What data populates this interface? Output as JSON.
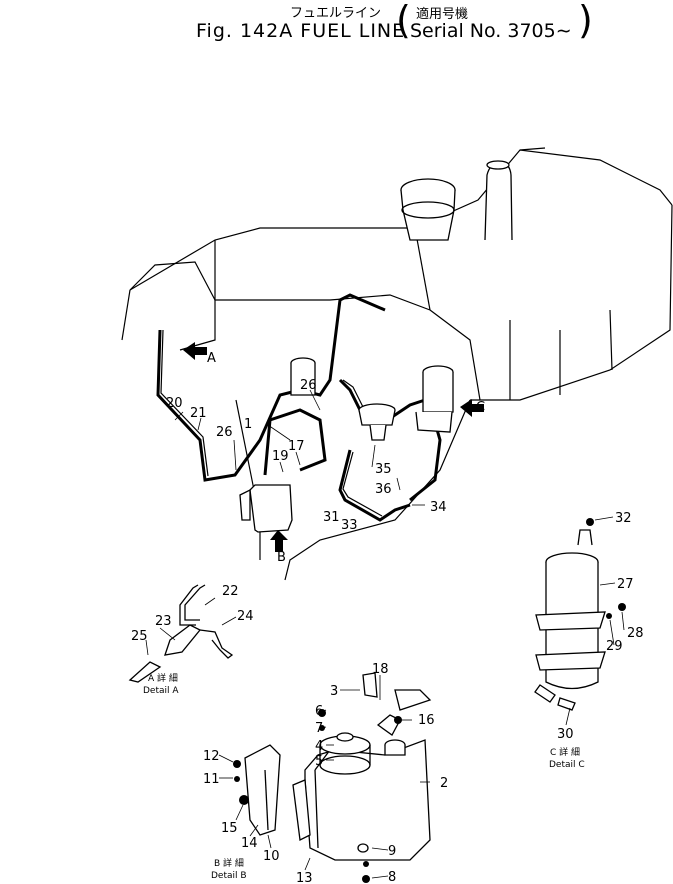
{
  "header": {
    "title_jp": "フュエルライン",
    "title_en": "Fig. 142A FUEL LINE",
    "serial_jp": "適用号機",
    "serial_en": "Serial No. 3705∼"
  },
  "callouts": {
    "A": "A",
    "B": "B",
    "C": "C",
    "p1": "1",
    "p2": "2",
    "p3": "3",
    "p4": "4",
    "p5": "5",
    "p6": "6",
    "p7": "7",
    "p8": "8",
    "p9": "9",
    "p10": "10",
    "p11": "11",
    "p12": "12",
    "p13": "13",
    "p14": "14",
    "p15": "15",
    "p16": "16",
    "p17": "17",
    "p18": "18",
    "p19": "19",
    "p20": "20",
    "p21": "21",
    "p22": "22",
    "p23": "23",
    "p24": "24",
    "p25": "25",
    "p26a": "26",
    "p26b": "26",
    "p27": "27",
    "p28": "28",
    "p29": "29",
    "p30": "30",
    "p31": "31",
    "p32": "32",
    "p33": "33",
    "p34": "34",
    "p35": "35",
    "p36": "36"
  },
  "details": {
    "a_jp": "A 詳 細",
    "a_en": "Detail A",
    "b_jp": "B 詳 細",
    "b_en": "Detail B",
    "c_jp": "C 詳 細",
    "c_en": "Detail C"
  }
}
